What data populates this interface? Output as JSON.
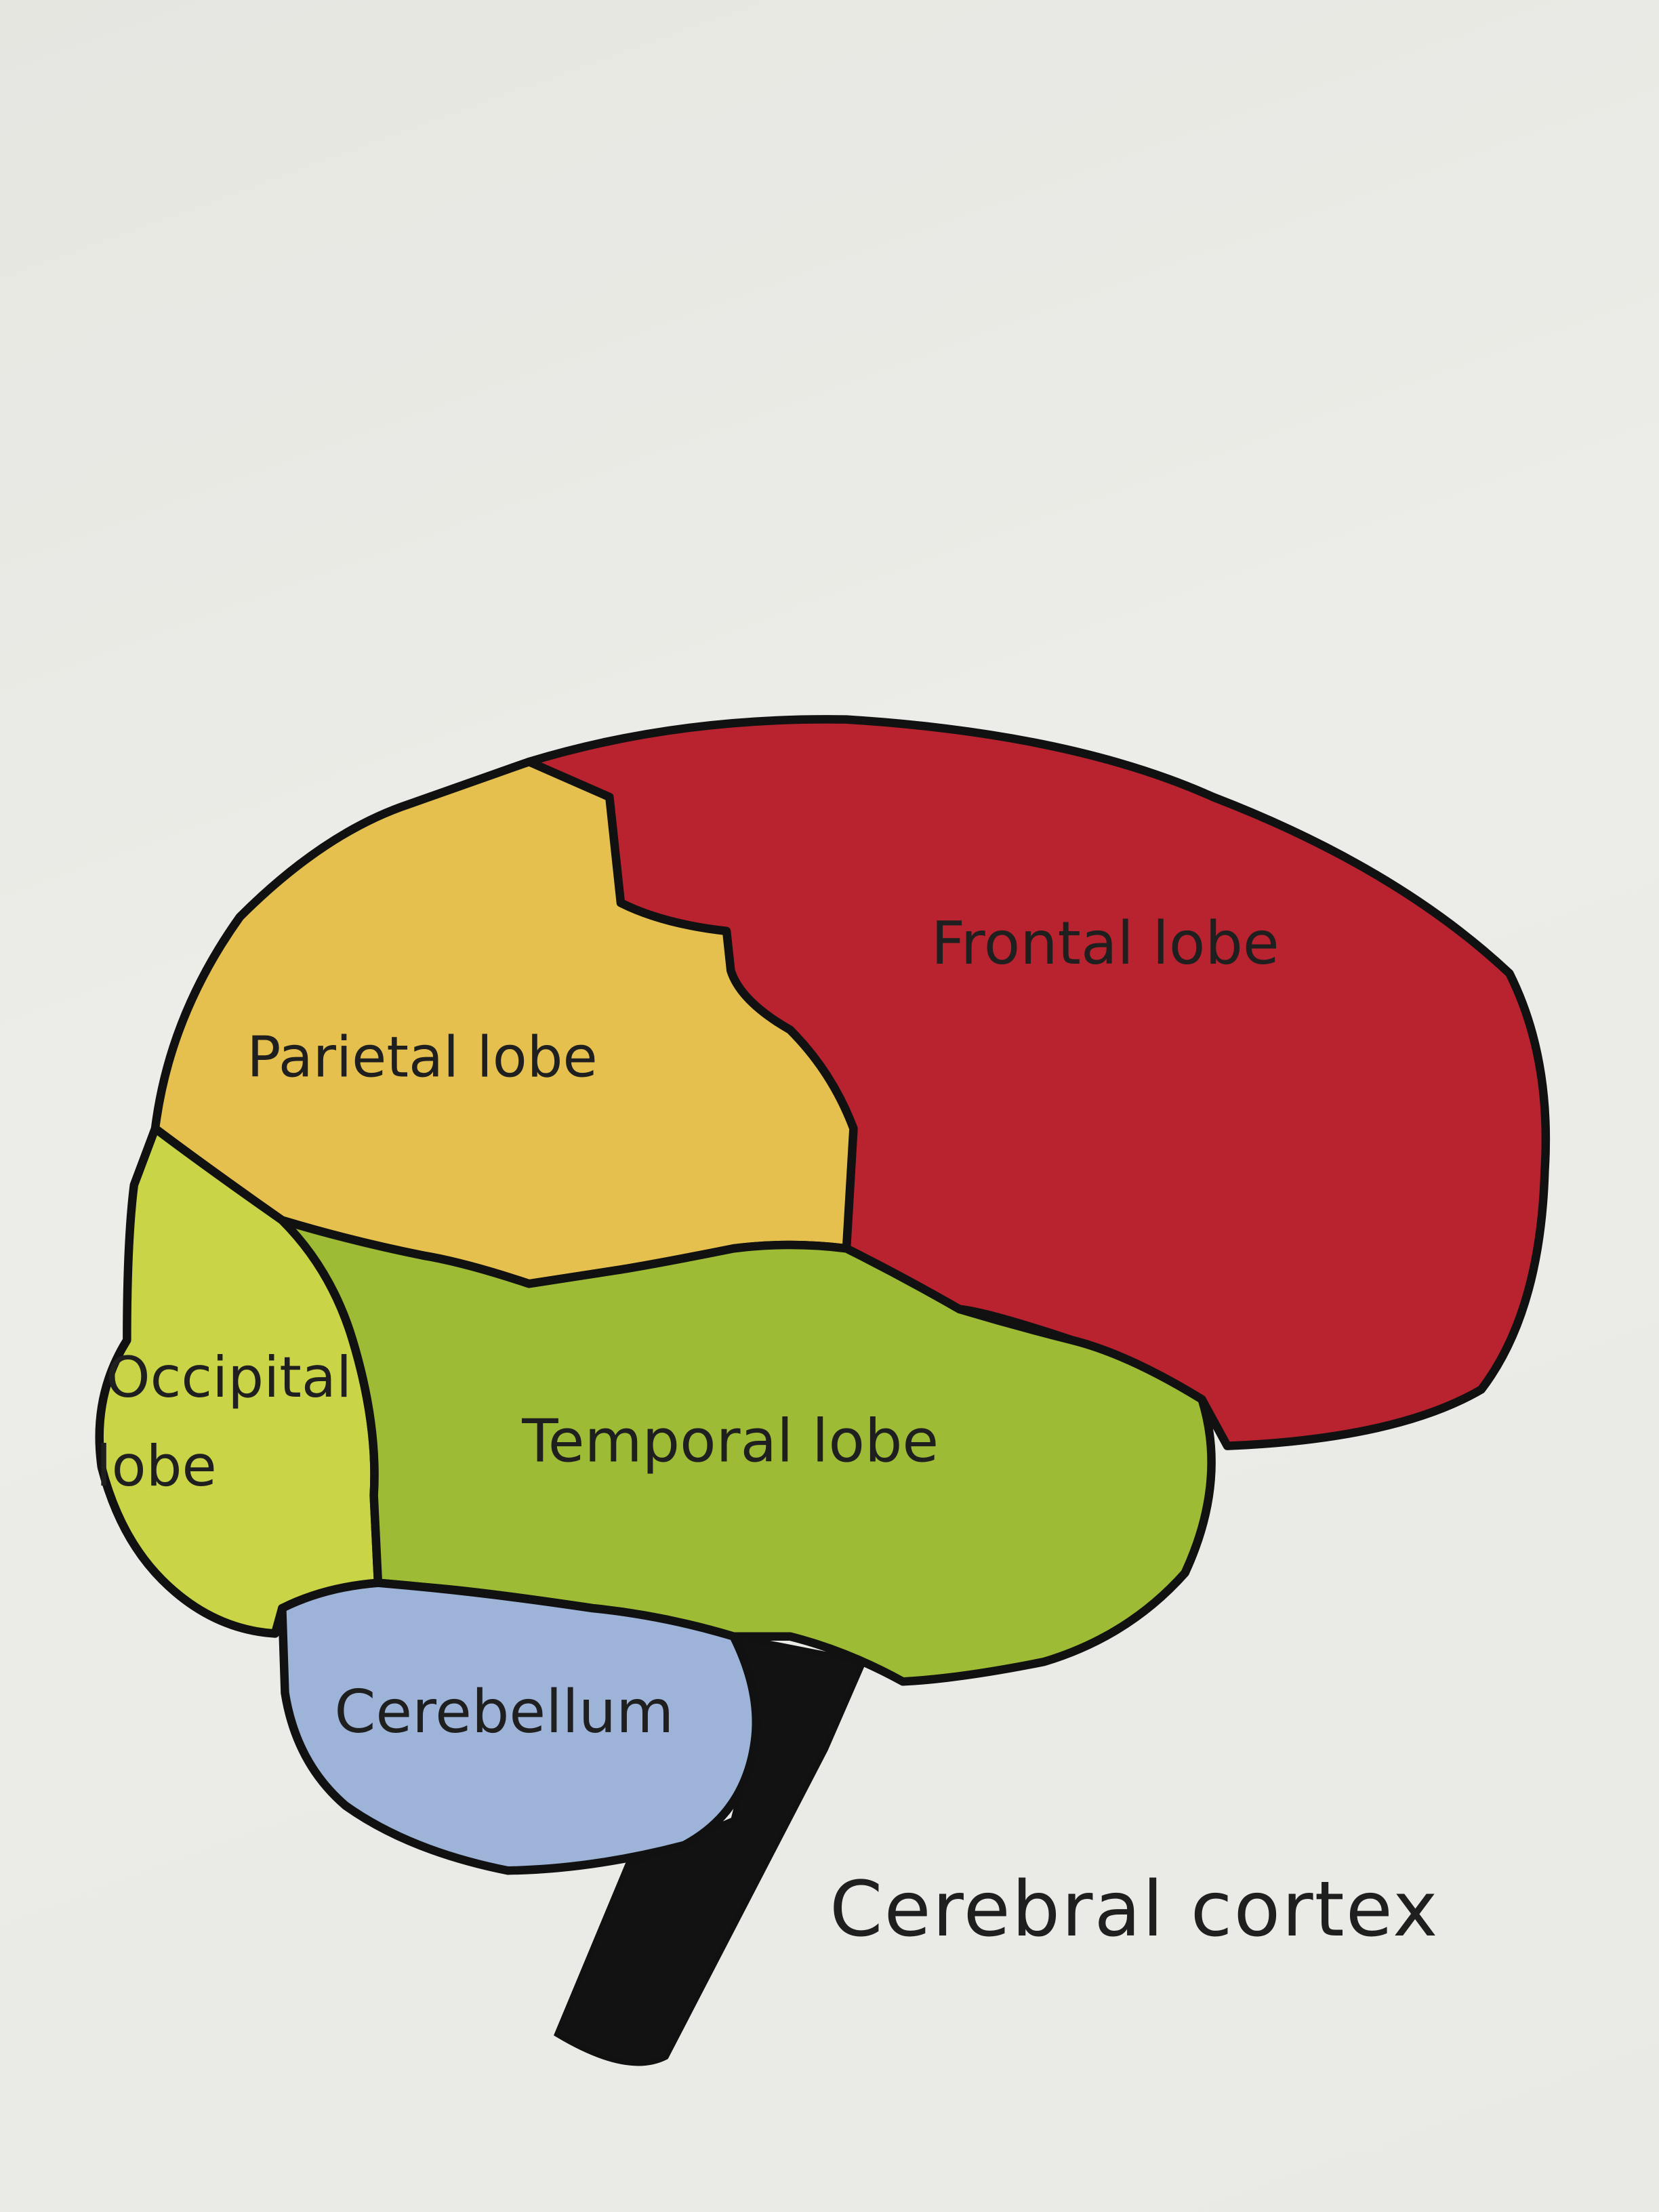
{
  "diagram": {
    "caption": "Cerebral cortex",
    "regions": {
      "frontal": {
        "label": "Frontal lobe",
        "color": "#b8232f"
      },
      "parietal": {
        "label": "Parietal lobe",
        "color": "#e6c04e"
      },
      "occipital": {
        "label_line1": "Occipital",
        "label_line2": "lobe",
        "color": "#c9d446"
      },
      "temporal": {
        "label": "Temporal lobe",
        "color": "#9dbb34"
      },
      "cerebellum": {
        "label": "Cerebellum",
        "color": "#9db4d8"
      },
      "brainstem": {
        "color": "#121212"
      }
    }
  }
}
